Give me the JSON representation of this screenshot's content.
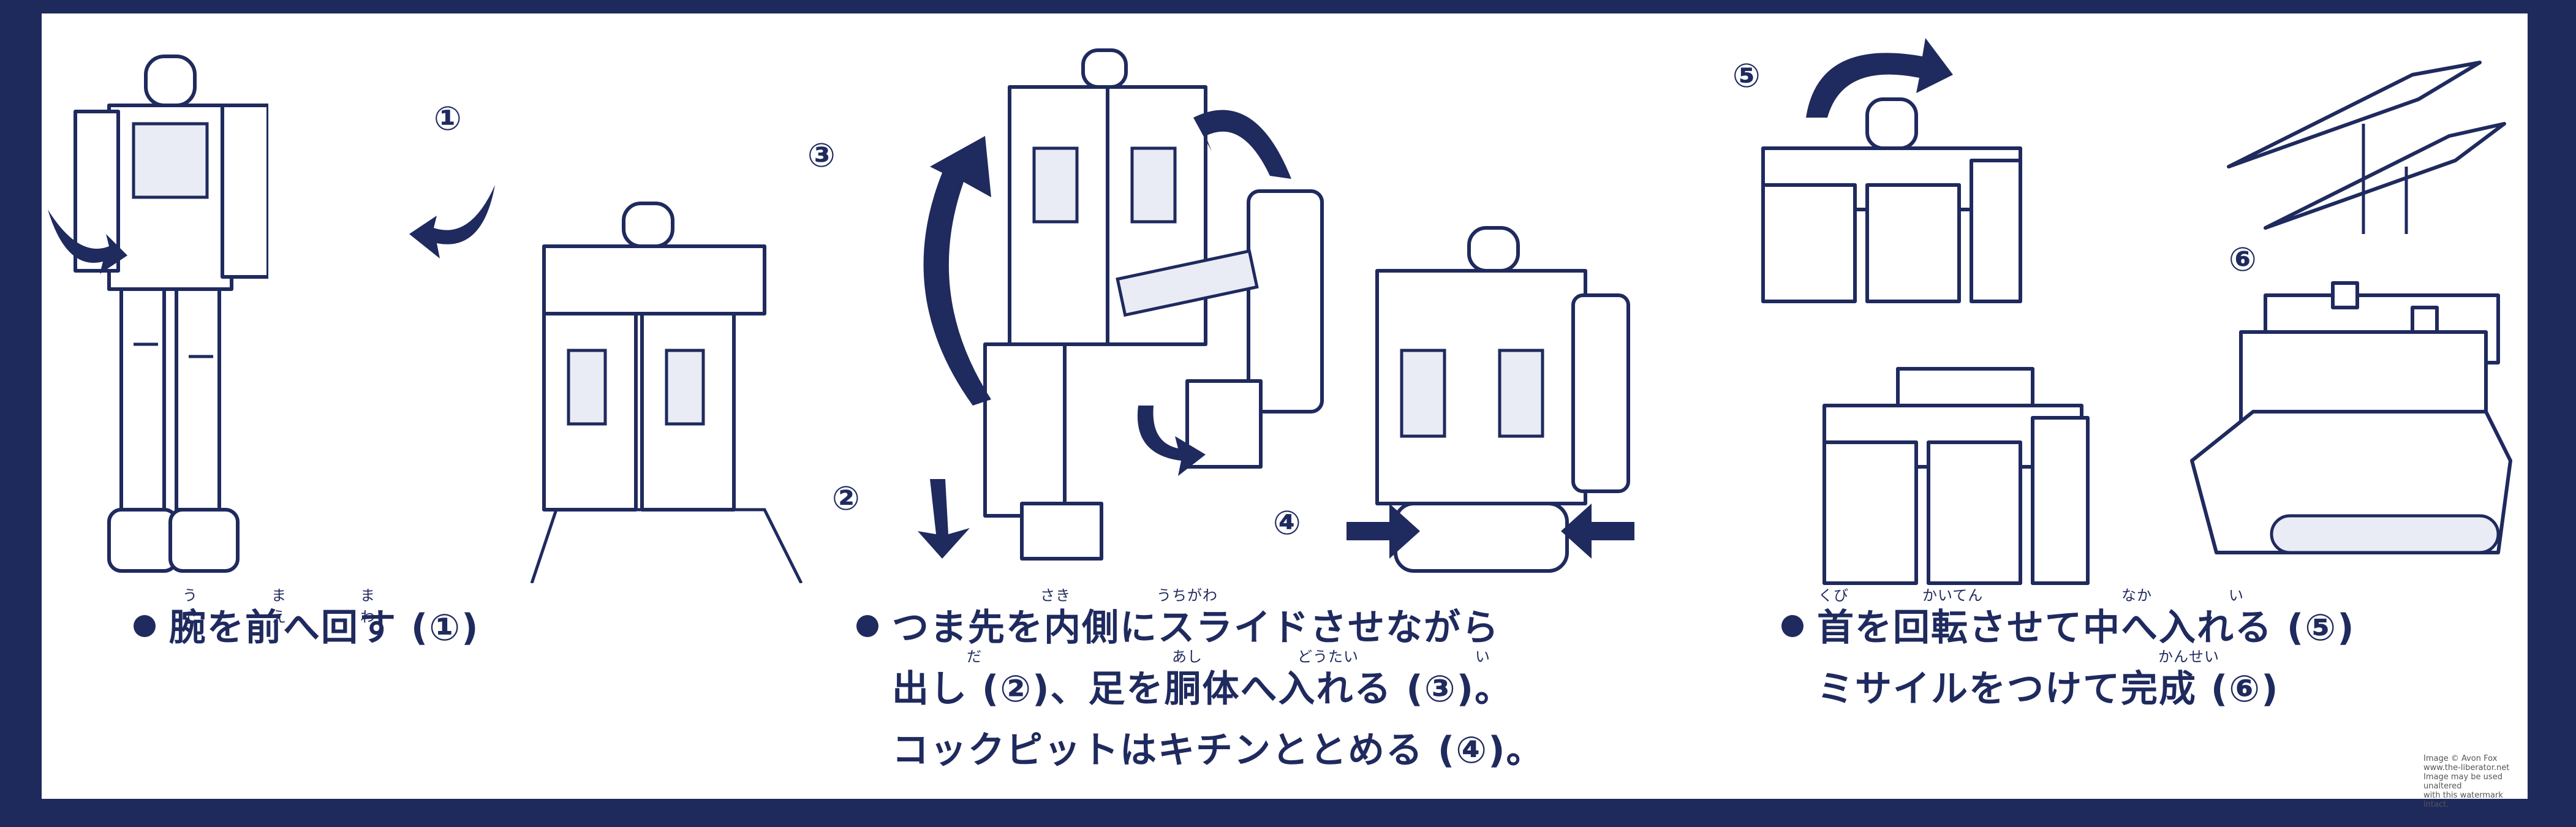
{
  "panels": [
    {
      "step_marks": [
        "①"
      ],
      "caption_lines": [
        "腕を前へ回す (①)"
      ],
      "ruby": [
        "うで",
        "まえ",
        "まわ"
      ]
    },
    {
      "step_marks": [
        "③",
        "②",
        "④"
      ],
      "caption_lines": [
        "つま先を内側にスライドさせながら",
        "出し (②)、足を胴体へ入れる (③)。",
        "コックピットはキチンととめる (④)。"
      ],
      "ruby": [
        "さき",
        "うちがわ",
        "だ",
        "あし",
        "どうたい",
        "い"
      ]
    },
    {
      "step_marks": [
        "⑤",
        "⑥"
      ],
      "caption_lines": [
        "首を回転させて中へ入れる (⑤)",
        "ミサイルをつけて完成 (⑥)"
      ],
      "ruby": [
        "くび",
        "かいてん",
        "なか",
        "い",
        "かんせい"
      ]
    }
  ],
  "credit": [
    "Image © Avon Fox",
    "www.the-liberator.net",
    "Image may be used unaltered",
    "with this watermark intact."
  ],
  "colors": {
    "ink": "#1f2a5e",
    "border": "#1e2a5c",
    "paper": "#ffffff"
  }
}
